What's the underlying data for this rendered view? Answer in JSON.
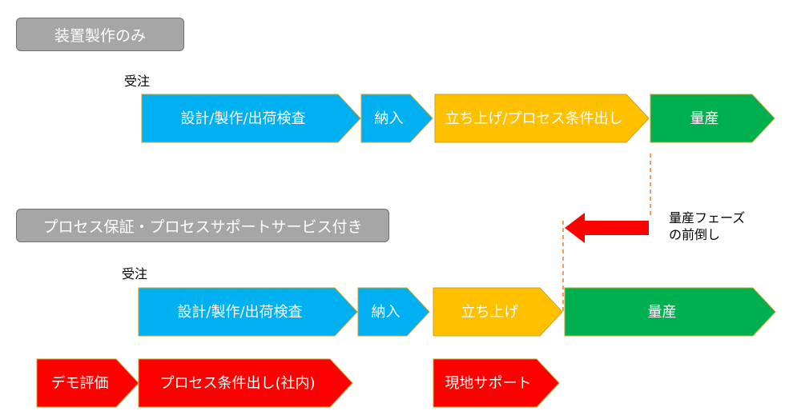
{
  "section1": {
    "title": "装置製作のみ",
    "order_label": "受注",
    "steps": [
      {
        "label": "設計/製作/出荷検査",
        "color": "#00b0f0"
      },
      {
        "label": "納入",
        "color": "#00b0f0"
      },
      {
        "label": "立ち上げ/プロセス条件出し",
        "color": "#ffc000"
      },
      {
        "label": "量産",
        "color": "#00b050"
      }
    ]
  },
  "section2": {
    "title": "プロセス保証・プロセスサポートサービス付き",
    "order_label": "受注",
    "steps": [
      {
        "label": "設計/製作/出荷検査",
        "color": "#00b0f0"
      },
      {
        "label": "納入",
        "color": "#00b0f0"
      },
      {
        "label": "立ち上げ",
        "color": "#ffc000"
      },
      {
        "label": "量産",
        "color": "#00b050"
      }
    ],
    "support_steps": [
      {
        "label": "デモ評価",
        "color": "#ff0000"
      },
      {
        "label": "プロセス条件出し(社内)",
        "color": "#ff0000"
      },
      {
        "label": "現地サポート",
        "color": "#ff0000"
      }
    ]
  },
  "annotation": {
    "line1": "量産フェーズ",
    "line2": "の前倒し",
    "arrow_color": "#ff0000",
    "dash_color": "#ed7d31"
  }
}
